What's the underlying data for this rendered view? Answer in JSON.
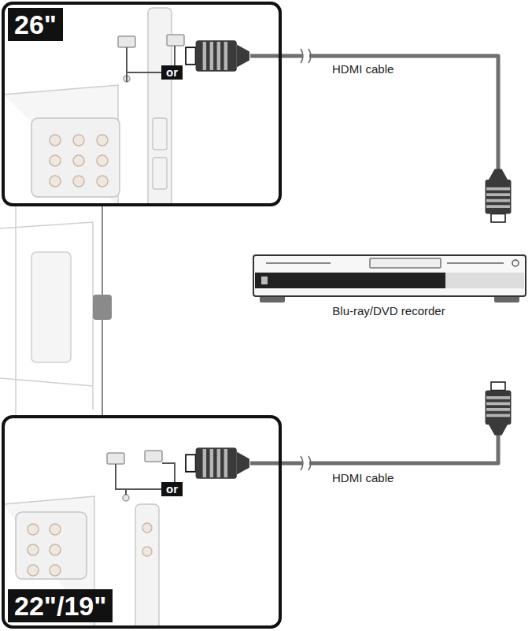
{
  "diagram": {
    "nodes": [
      {
        "text": [
          "26\""
        ]
      },
      {
        "text": [
          "Blu-ray/DVD recorder"
        ]
      },
      {
        "text": [
          "22\"/19\""
        ]
      }
    ],
    "edges": [
      {
        "from": 0,
        "to": 1,
        "arrow": "none",
        "label": "HDMI cable"
      },
      {
        "from": 2,
        "to": 1,
        "arrow": "none",
        "label": "HDMI cable"
      },
      {
        "from": 0,
        "to": 2,
        "arrow": "none"
      }
    ],
    "labels": [
      "or",
      "or"
    ]
  }
}
